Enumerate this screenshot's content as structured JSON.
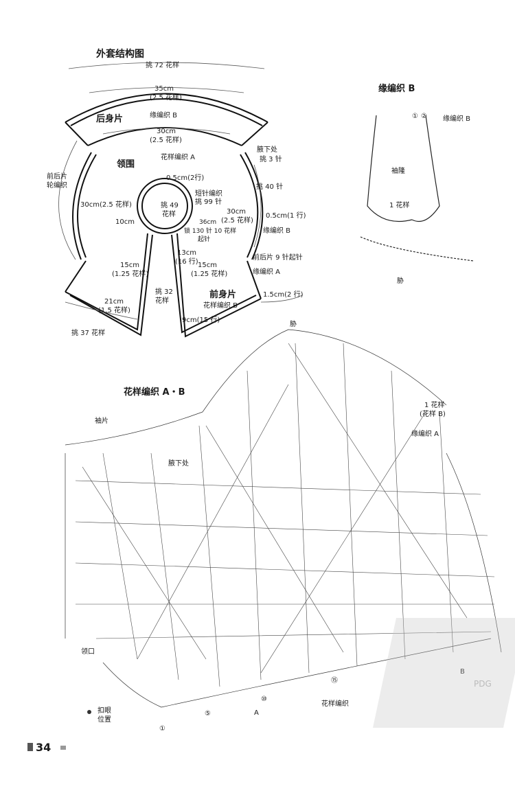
{
  "titles": {
    "structure": "外套结构图",
    "edging_b": "缘编织 B",
    "pattern_ab": "花样编织 A・B"
  },
  "structure": {
    "top_pick": "挑 72 花样",
    "back_width": "35cm",
    "back_width_sub": "(2.5 花样)",
    "back_piece": "后身片",
    "edging_b_back": "缘编织 B",
    "collar_width": "30cm",
    "collar_width_sub": "(2.5 花样)",
    "collar": "领围",
    "pattern_a": "花样编织 A",
    "underarm": "腋下处",
    "pick_3": "挑 3 针",
    "pick_40": "挑 40 针",
    "front_back_edge": "前后片",
    "front_back_edge2": "轮编织",
    "side_30": "30cm(2.5 花样)",
    "collar_05": "0.5cm(2行)",
    "short_st": "短针编织",
    "pick_99": "挑 99 针",
    "pick_49": "挑 49",
    "pattern_small": "花样",
    "ten_cm": "10cm",
    "r_30": "30cm",
    "r_30_sub": "(2.5 花样)",
    "r_05": "0.5cm(1 行)",
    "edging_b_r": "缘编织 B",
    "cm36": "36cm",
    "chain130": "锁 130 针 10 花样",
    "start": "起针",
    "cm13": "13cm",
    "rows16": "(16 行)",
    "left15": "15cm",
    "left15_sub": "(1.25 花样)",
    "right15": "15cm",
    "right15_sub": "(1.25 花样)",
    "front_9": "前后片 9 针起针",
    "edging_a": "缘编织 A",
    "pick_32": "挑 32",
    "pick_32_sub": "花样",
    "front_piece": "前身片",
    "edging_b_front": "花样编织 B",
    "cm15_2": "1.5cm(2 行)",
    "cm21": "21cm",
    "cm21_sub": "(1.5 花样)",
    "cm9": "9cm(15 行)",
    "pick_37": "挑 37 花样"
  },
  "edging": {
    "num1": "①",
    "num2": "②",
    "label": "缘编织 B",
    "cuff": "袖隆",
    "one_pattern": "1 花样",
    "side": "胁"
  },
  "pattern": {
    "side_top": "胁",
    "one_pattern": "1 花样",
    "one_pattern_sub": "(花样 B)",
    "edging_a": "缘编织 A",
    "sleeve": "袖片",
    "underarm": "腋下处",
    "neckline": "领口",
    "buttonhole": "扣眼",
    "buttonhole2": "位置",
    "label_a": "A",
    "label_b": "B",
    "pattern_st": "花样编织",
    "n1": "①",
    "n5": "⑤",
    "n10": "⑩",
    "n15": "⑮"
  },
  "page_number": "34",
  "watermark": "PDG"
}
